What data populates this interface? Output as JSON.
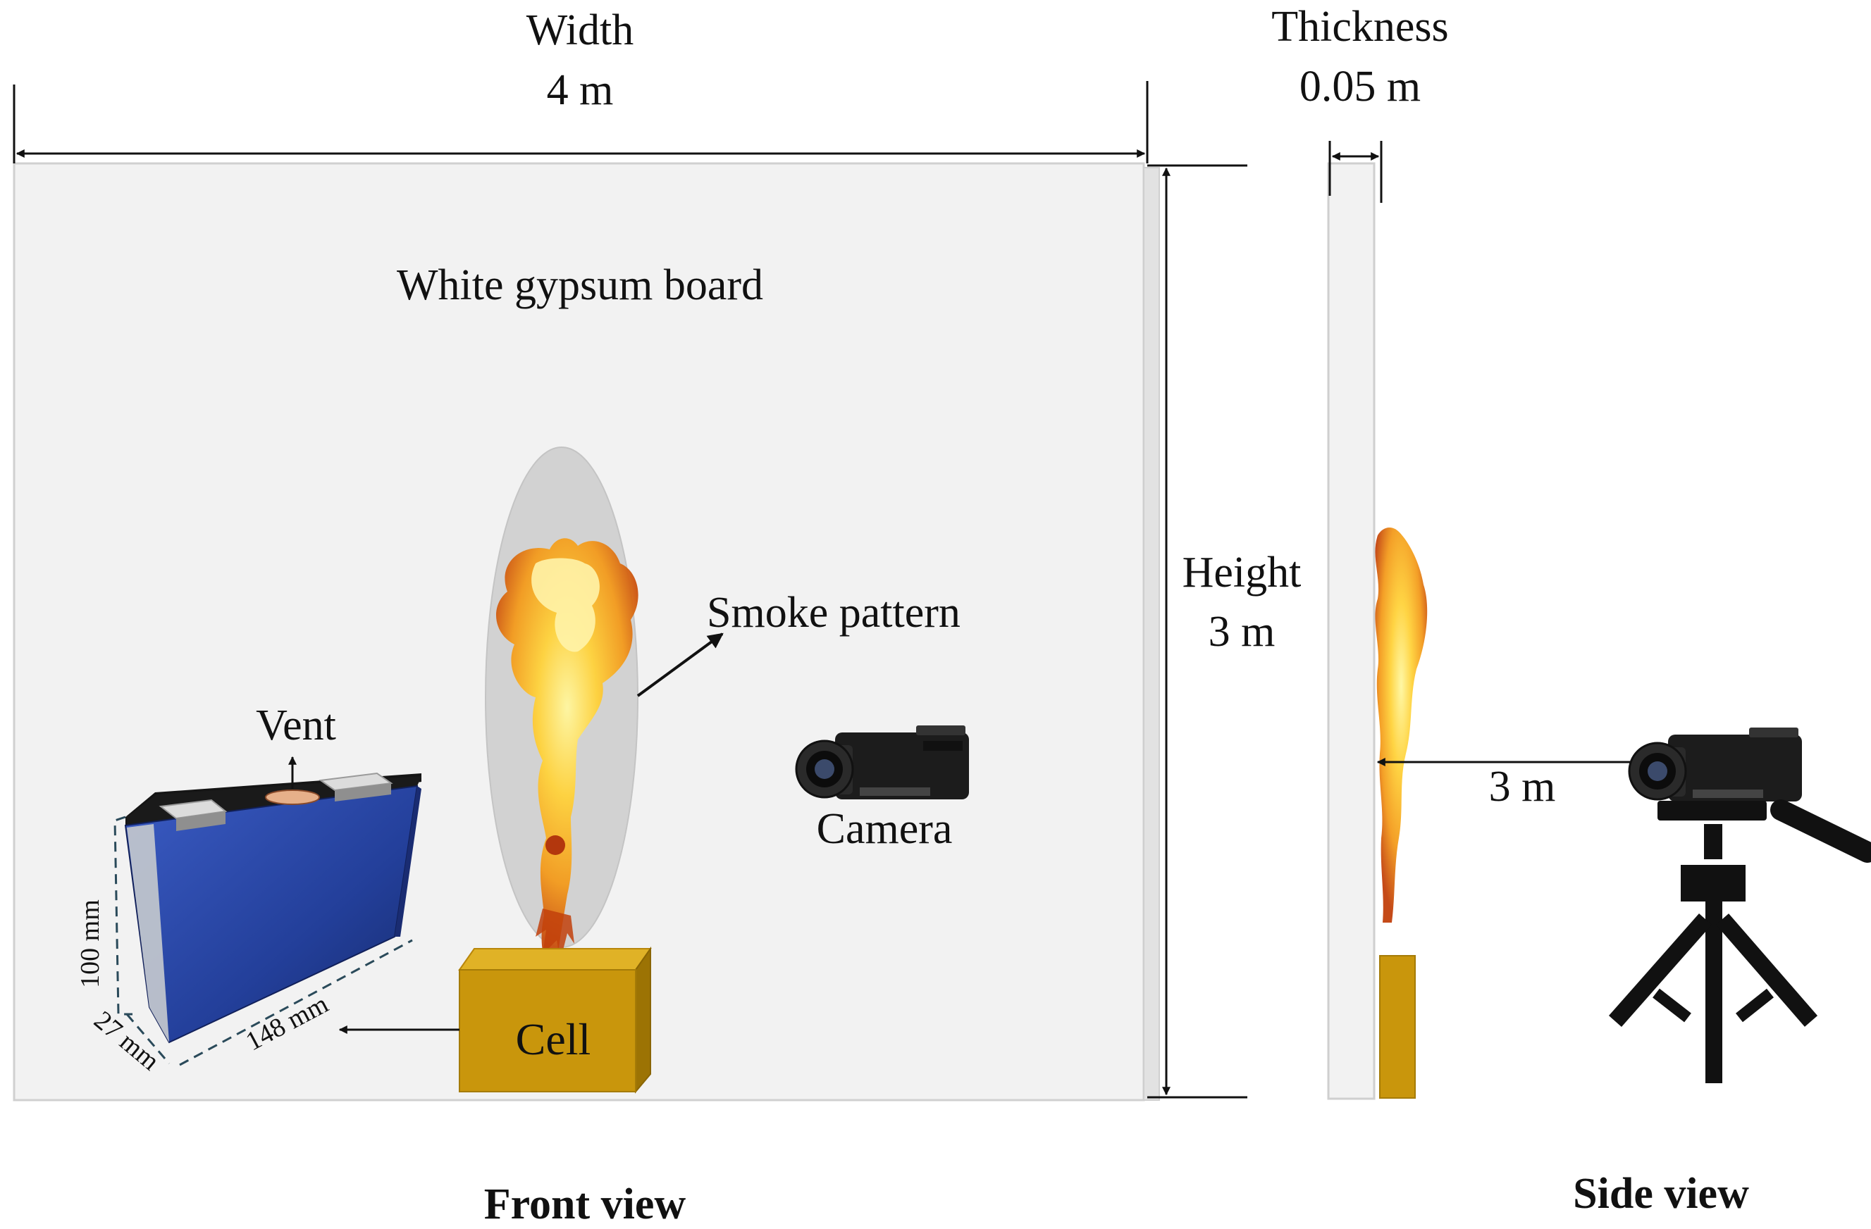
{
  "front_view": {
    "width_label": "Width",
    "width_value": "4 m",
    "board_label": "White gypsum board",
    "smoke_label": "Smoke pattern",
    "vent_label": "Vent",
    "camera_label": "Camera",
    "cell_label": "Cell",
    "height_label": "Height",
    "height_value": "3 m",
    "cell_dims": {
      "height": "100 mm",
      "thickness": "27 mm",
      "length": "148 mm"
    },
    "caption": "Front view"
  },
  "side_view": {
    "thickness_label": "Thickness",
    "thickness_value": "0.05 m",
    "distance_label": "3 m",
    "caption": "Side view"
  },
  "colors": {
    "board": "#f2f2f2",
    "board_edge": "#cfcfcf",
    "smoke": "#cfcfcf",
    "cell_box": "#c9960c",
    "battery": "#233f9a",
    "flame": "#f6a51e"
  }
}
